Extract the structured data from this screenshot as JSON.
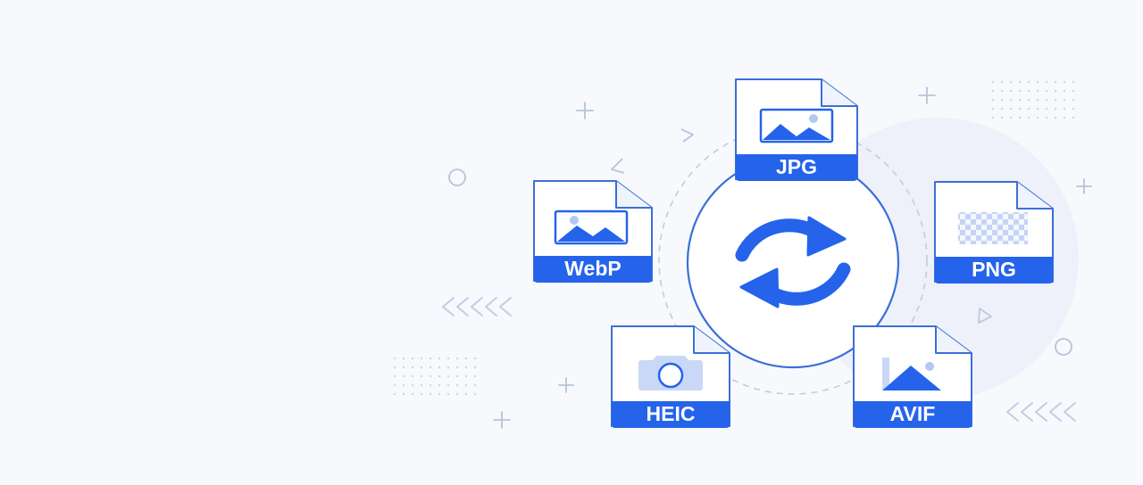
{
  "formats": {
    "jpg": "JPG",
    "webp": "WebP",
    "png": "PNG",
    "heic": "HEIC",
    "avif": "AVIF"
  },
  "center_icon": "sync-arrows-icon",
  "colors": {
    "accent": "#2563eb",
    "outline": "#3b6fd8",
    "light_accent": "#c9d8f7",
    "background": "#f8f9fc",
    "blob": "#eef1fa"
  }
}
